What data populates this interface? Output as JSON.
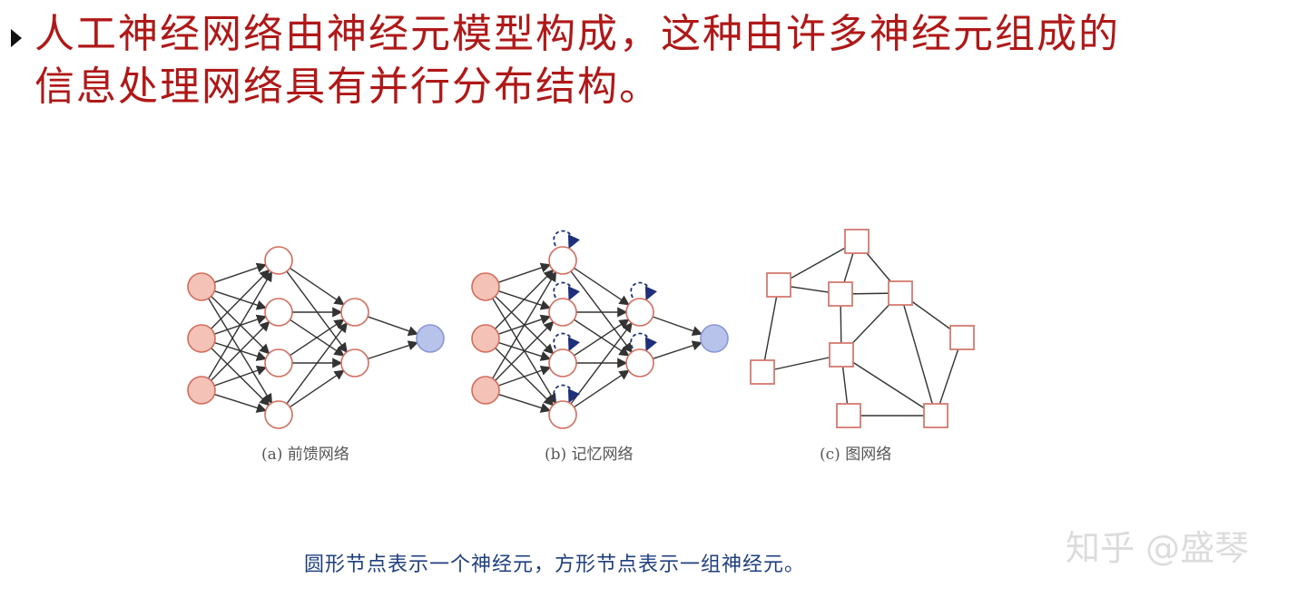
{
  "headline": {
    "line1": "人工神经网络由神经元模型构成，这种由许多神经元组成的",
    "line2": "信息处理网络具有并行分布结构。"
  },
  "captions": {
    "a": "(a) 前馈网络",
    "b": "(b) 记忆网络",
    "c": "(c) 图网络"
  },
  "bottom_caption": "圆形节点表示一个神经元，方形节点表示一组神经元。",
  "watermark": "知乎 @盛琴",
  "colors": {
    "headline": "#b01818",
    "input_fill": "#f4c2b7",
    "input_stroke": "#d36c5c",
    "hidden_fill": "#ffffff",
    "hidden_stroke": "#d36c5c",
    "output_fill": "#b8c3ec",
    "output_stroke": "#8a97d4",
    "square_stroke": "#d47a70",
    "edge": "#333333",
    "loop": "#1f2f7a",
    "caption_blue": "#1f3f7f"
  },
  "icons": {
    "bullet": "triangle-right-icon"
  }
}
